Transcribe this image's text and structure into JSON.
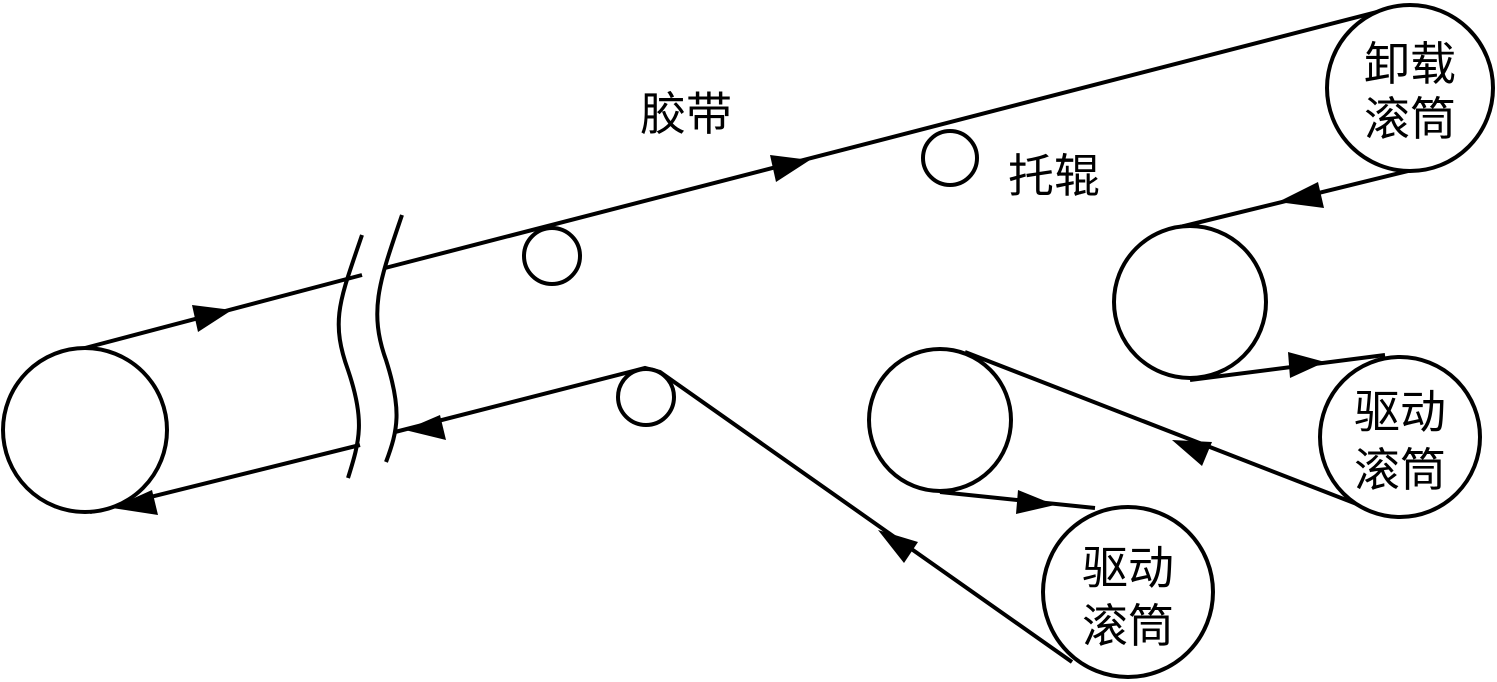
{
  "labels": {
    "belt": "胶带",
    "idler": "托辊",
    "unload_pulley": [
      "卸载",
      "滚筒"
    ],
    "drive_pulley_1": [
      "驱动",
      "滚筒"
    ],
    "drive_pulley_2": [
      "驱动",
      "滚筒"
    ]
  }
}
